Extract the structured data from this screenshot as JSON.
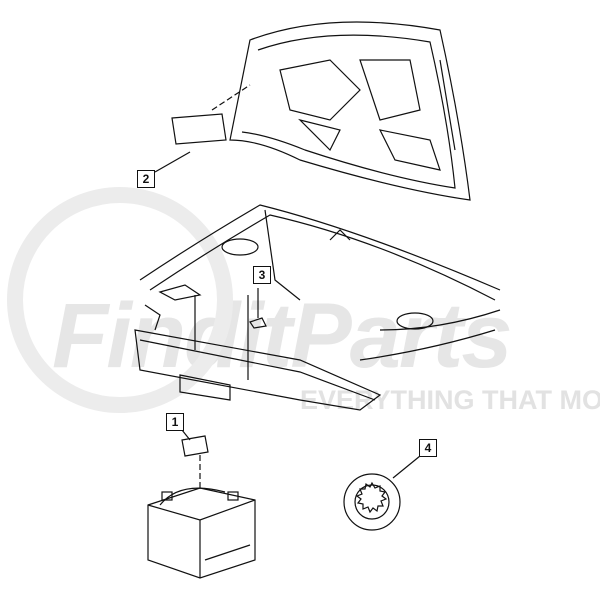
{
  "watermark": {
    "brand": "FinditParts",
    "tagline": "EVERYTHING THAT MOVES"
  },
  "callouts": [
    {
      "label": "1",
      "part": "battery-label"
    },
    {
      "label": "2",
      "part": "hood-label"
    },
    {
      "label": "3",
      "part": "radiator-support-label"
    },
    {
      "label": "4",
      "part": "gear-ring-label"
    }
  ],
  "colors": {
    "line": "#111111",
    "watermark": "#e6e6e6",
    "watermark_accent": "#f4c9c9"
  }
}
